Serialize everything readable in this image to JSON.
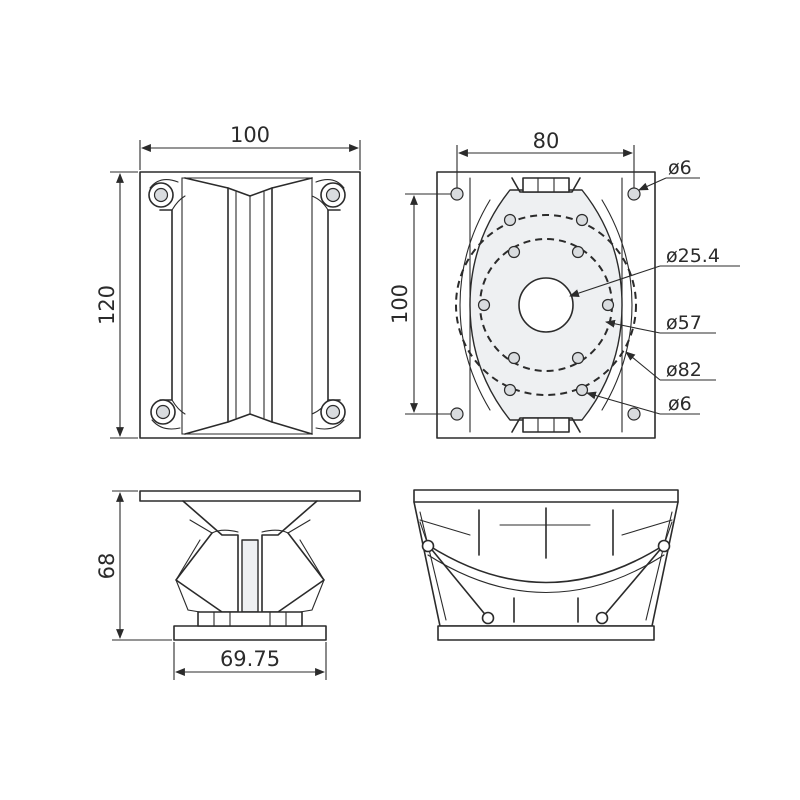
{
  "dimensions": {
    "front_width": "100",
    "front_height": "120",
    "flange_width": "80",
    "flange_height": "100",
    "hole_top": "ø6",
    "throat": "ø25.4",
    "bolt_circle": "ø57",
    "outer_circle": "ø82",
    "hole_bottom": "ø6",
    "side_height": "68",
    "side_base": "69.75"
  }
}
